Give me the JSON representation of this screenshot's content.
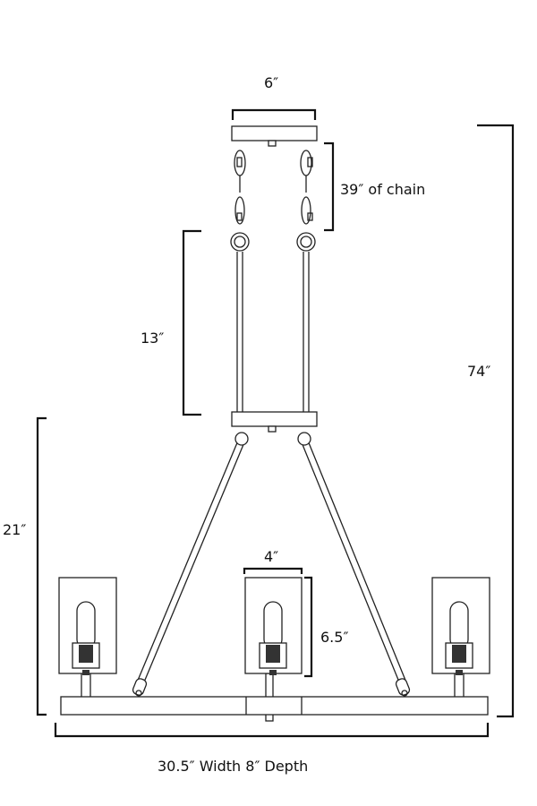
{
  "diagram": {
    "subject": "chandelier",
    "dimensions": {
      "canopy_width": "6″",
      "chain_length": "39″ of chain",
      "rod_length": "13″",
      "overall_height": "74″",
      "fixture_height": "21″",
      "shade_width": "4″",
      "shade_height": "6.5″",
      "width_depth": "30.5″ Width  8″ Depth"
    },
    "colors": {
      "line": "#222222",
      "background": "#ffffff"
    }
  }
}
